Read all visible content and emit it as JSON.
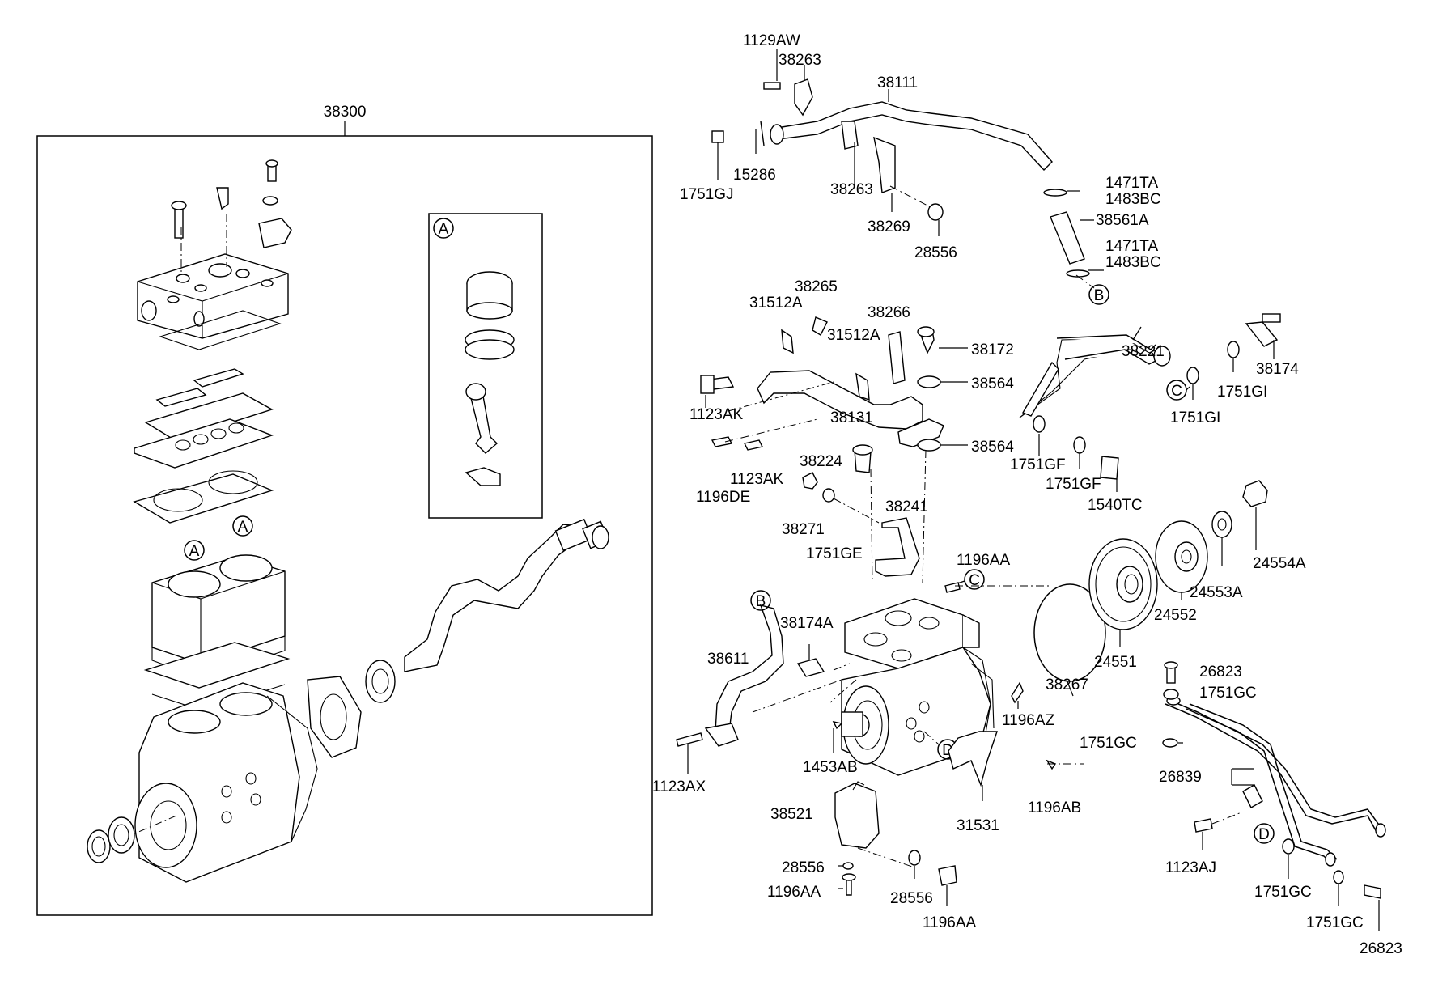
{
  "assembly": {
    "label": "38300",
    "inset_marker": "A"
  },
  "markers": [
    "A",
    "A",
    "A",
    "B",
    "B",
    "C",
    "C",
    "D",
    "D"
  ],
  "labels": {
    "l_1129AW": "1129AW",
    "l_38263a": "38263",
    "l_38111": "38111",
    "l_1751GJ": "1751GJ",
    "l_15286": "15286",
    "l_38263b": "38263",
    "l_38269": "38269",
    "l_28556a": "28556",
    "l_1471TAa": "1471TA",
    "l_1483BCa": "1483BC",
    "l_38561A": "38561A",
    "l_1471TAb": "1471TA",
    "l_1483BCb": "1483BC",
    "l_38265": "38265",
    "l_31512Aa": "31512A",
    "l_31512Ab": "31512A",
    "l_38266": "38266",
    "l_38172": "38172",
    "l_1123AKa": "1123AK",
    "l_38564a": "38564",
    "l_38131": "38131",
    "l_38564b": "38564",
    "l_38221": "38221",
    "l_38174": "38174",
    "l_1751GIa": "1751GI",
    "l_1751GIb": "1751GI",
    "l_1751GFa": "1751GF",
    "l_1751GFb": "1751GF",
    "l_1540TC": "1540TC",
    "l_38224": "38224",
    "l_1123AKb": "1123AK",
    "l_1196DE": "1196DE",
    "l_38241": "38241",
    "l_38271": "38271",
    "l_1751GE": "1751GE",
    "l_1196AAa": "1196AA",
    "l_24554A": "24554A",
    "l_24553A": "24553A",
    "l_24552": "24552",
    "l_24551": "24551",
    "l_38267": "38267",
    "l_38174A": "38174A",
    "l_38611": "38611",
    "l_1123AX": "1123AX",
    "l_1453AB": "1453AB",
    "l_1196AZ": "1196AZ",
    "l_26823a": "26823",
    "l_1751GCa": "1751GC",
    "l_1751GCb": "1751GC",
    "l_26839": "26839",
    "l_1196AB": "1196AB",
    "l_31531": "31531",
    "l_38521": "38521",
    "l_28556b": "28556",
    "l_1196AAb": "1196AA",
    "l_28556c": "28556",
    "l_1196AAc": "1196AA",
    "l_1123AJ": "1123AJ",
    "l_1751GCc": "1751GC",
    "l_1751GCd": "1751GC",
    "l_26823b": "26823"
  }
}
